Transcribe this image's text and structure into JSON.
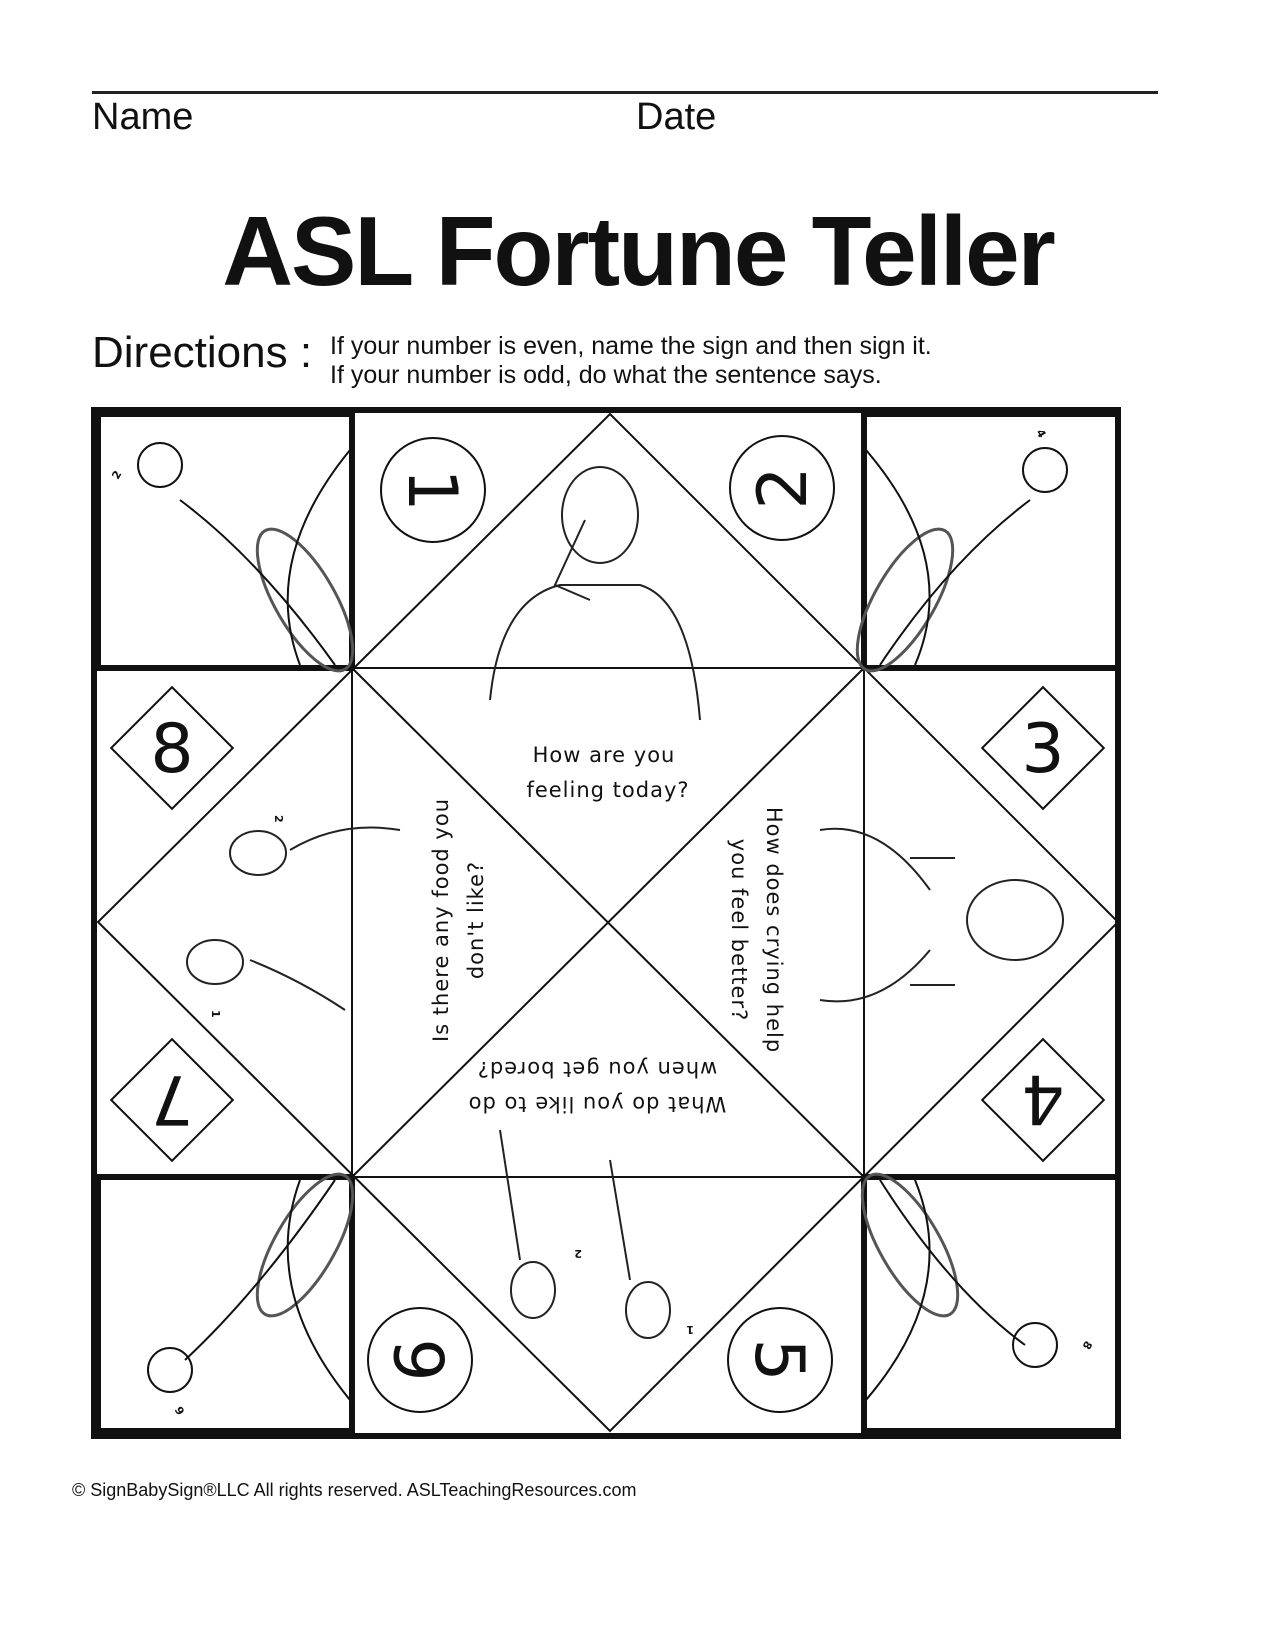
{
  "header": {
    "name_label": "Name",
    "date_label": "Date"
  },
  "title": "ASL Fortune Teller",
  "directions": {
    "label": "Directions :",
    "line1": "If your number is even, name the sign and then sign it.",
    "line2": "If your number is odd, do what the sentence says."
  },
  "numbers": [
    "1",
    "2",
    "3",
    "4",
    "5",
    "6",
    "7",
    "8"
  ],
  "corner_sign_labels": [
    "2",
    "4",
    "6",
    "8"
  ],
  "figure_step_labels": [
    "1",
    "2"
  ],
  "questions": {
    "top": [
      "How are you",
      "feeling today?"
    ],
    "right": [
      "How does crying help",
      "you feel better?"
    ],
    "bottom": [
      "What do you like to do",
      "when you get bored?"
    ],
    "left": [
      "Is there any food you",
      "don't like?"
    ]
  },
  "footer": "© SignBabySign®LLC All rights reserved.  ASLTeachingResources.com"
}
